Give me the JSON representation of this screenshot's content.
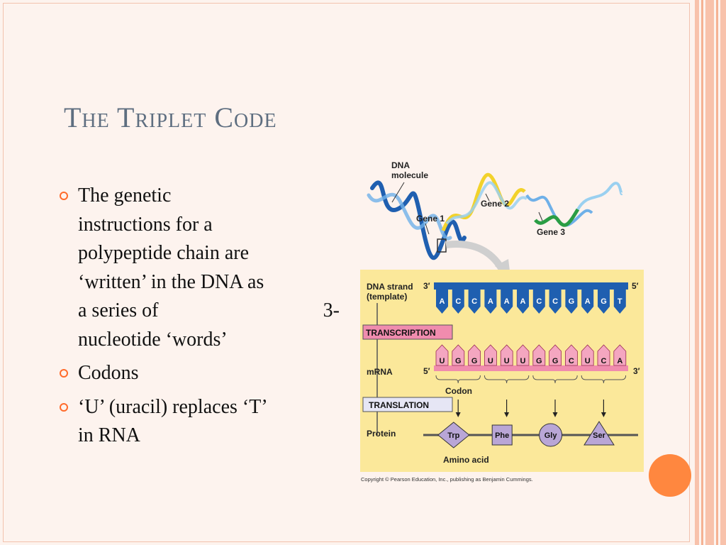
{
  "slide": {
    "title": "The Triplet Code",
    "bullets": [
      {
        "lines": [
          "The genetic",
          "instructions for a",
          "polypeptide chain are",
          "‘written’ in the DNA as"
        ],
        "line5_left": "a series of",
        "line5_right": "3-",
        "line6": "nucleotide ‘words’"
      },
      {
        "text": "Codons"
      },
      {
        "lines": [
          "‘U’ (uracil) replaces ‘T’",
          "in RNA"
        ]
      }
    ]
  },
  "figure": {
    "dna_molecule_label_1": "DNA",
    "dna_molecule_label_2": "molecule",
    "gene1": "Gene 1",
    "gene2": "Gene 2",
    "gene3": "Gene 3",
    "dna_strand_label_1": "DNA strand",
    "dna_strand_label_2": "(template)",
    "three_prime": "3′",
    "five_prime": "5′",
    "dna_bases": [
      "A",
      "C",
      "C",
      "A",
      "A",
      "A",
      "C",
      "C",
      "G",
      "A",
      "G",
      "T"
    ],
    "transcription": "TRANSCRIPTION",
    "mrna_label": "mRNA",
    "mrna_bases": [
      "U",
      "G",
      "G",
      "U",
      "U",
      "U",
      "G",
      "G",
      "C",
      "U",
      "C",
      "A"
    ],
    "codon_label": "Codon",
    "translation": "TRANSLATION",
    "protein_label": "Protein",
    "amino_acids": [
      "Trp",
      "Phe",
      "Gly",
      "Ser"
    ],
    "amino_acid_label": "Amino acid",
    "copyright": "Copyright © Pearson Education, Inc., publishing as Benjamin Cummings.",
    "colors": {
      "panel": "#fbe89a",
      "dna_blue": "#1f5fb0",
      "mrna_pink": "#f4a6c0",
      "box_label": "#f08cae",
      "amino": "#b9a6d6"
    }
  }
}
